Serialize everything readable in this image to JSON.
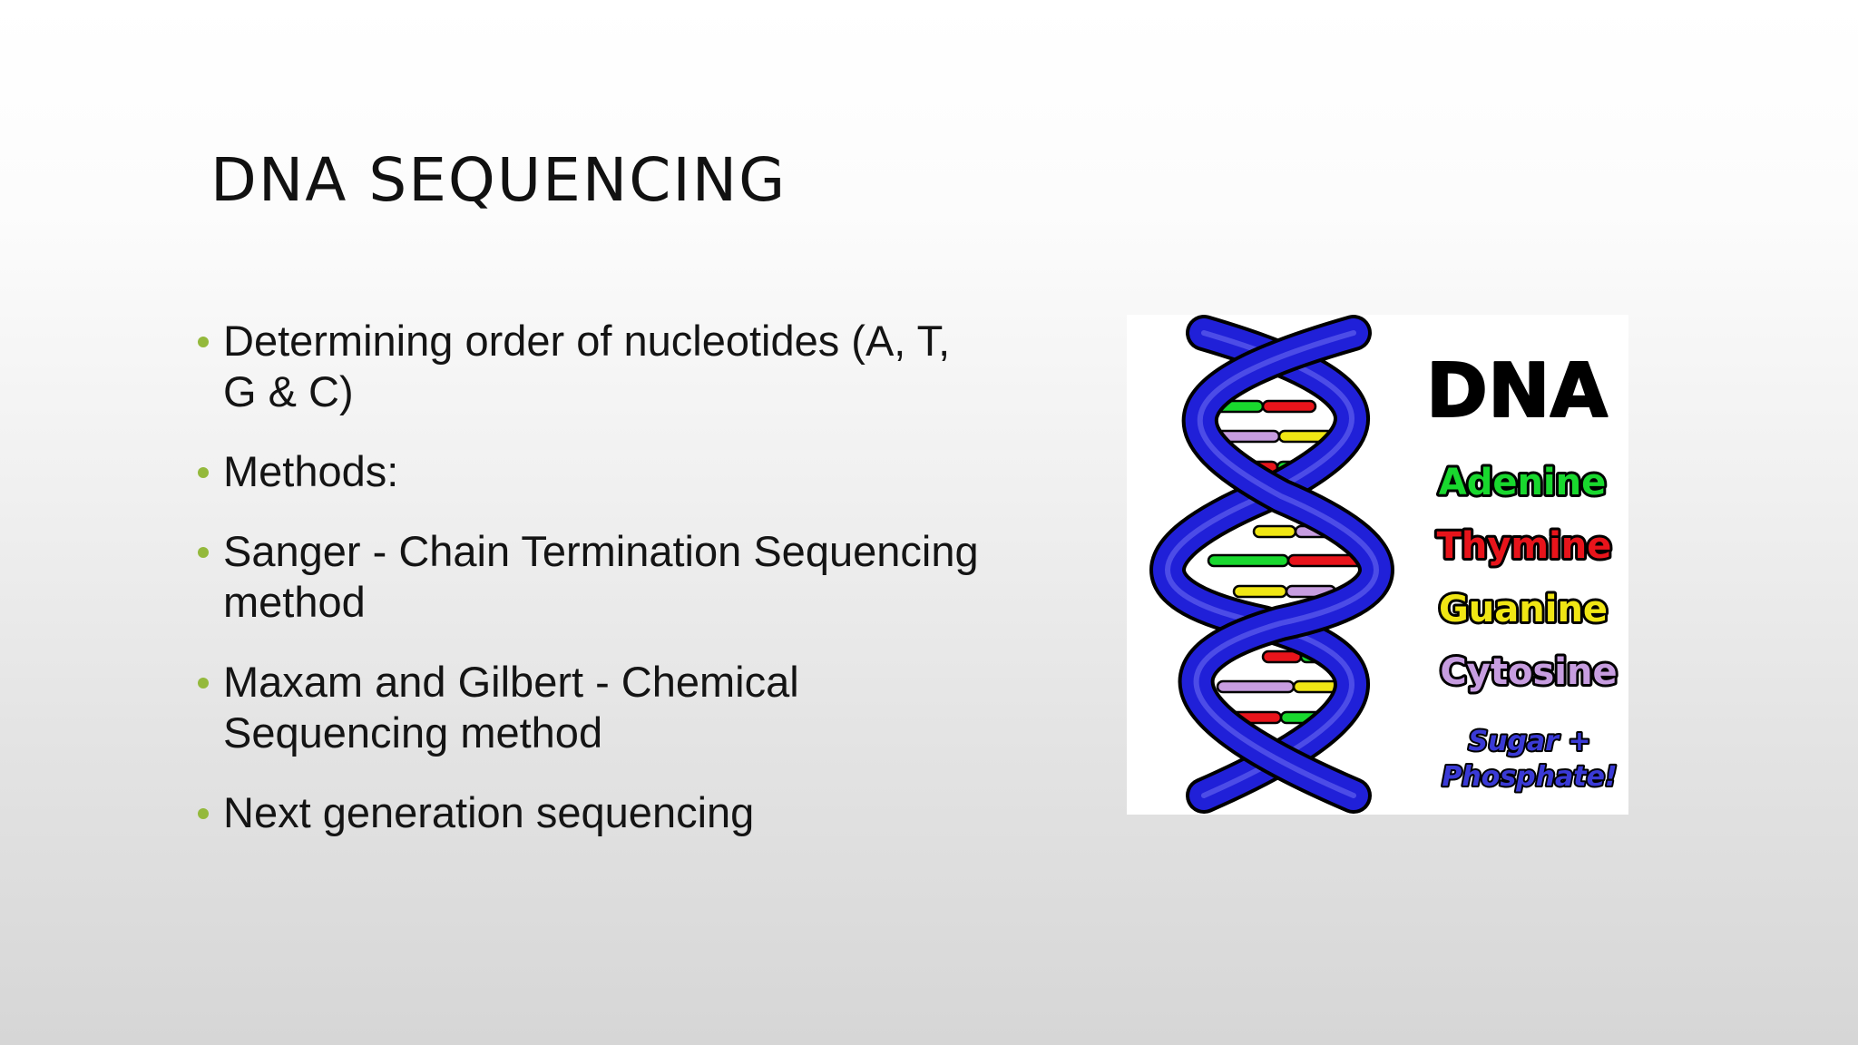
{
  "slide": {
    "title": "DNA SEQUENCING",
    "bullets": [
      "Determining order of nucleotides (A, T, G & C)",
      "Methods:",
      "Sanger - Chain Termination Sequencing method",
      "Maxam and Gilbert - Chemical Sequencing method",
      "Next generation sequencing"
    ],
    "bullet_color": "#94b93c"
  },
  "illustration": {
    "heading": "DNA",
    "labels": {
      "adenine": "Adenine",
      "thymine": "Thymine",
      "guanine": "Guanine",
      "cytosine": "Cytosine",
      "sugar": "Sugar +",
      "phosphate": "Phosphate!"
    },
    "colors": {
      "backbone": "#2020d8",
      "adenine": "#19d82e",
      "thymine": "#e8141b",
      "guanine": "#f0e614",
      "cytosine": "#c79de0"
    }
  }
}
